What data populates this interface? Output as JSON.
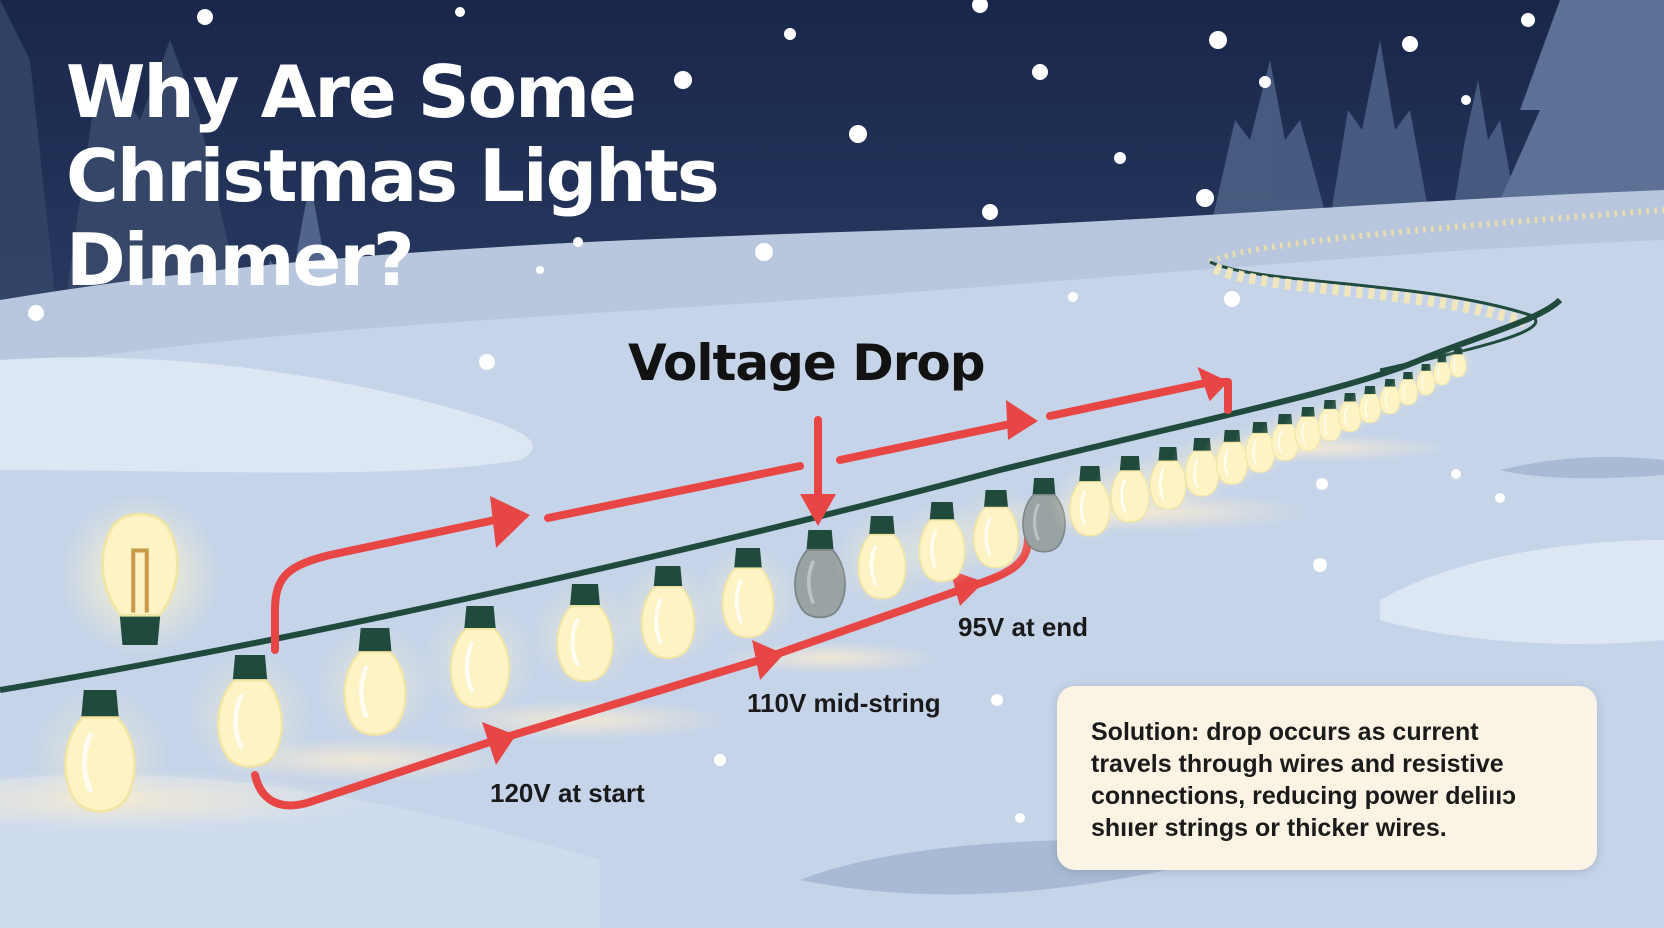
{
  "title_lines": [
    "Why Are Some",
    "Christmas Lights",
    "Dimmer?"
  ],
  "heading": "Voltage Drop",
  "voltage_labels": {
    "start": "120V at start",
    "mid": "110V mid-string",
    "end": "95V at end"
  },
  "solution_text": "Solution: drop occurs as current travels through wires and resistive connections, reducing power deli’’e shl’ter strings or thicker wires.",
  "solution_lines": [
    "Solution: drop occurs as current",
    "travels through wires and resistive",
    "connections, reducing power deliııɔ",
    "shııer strings or thicker wires."
  ],
  "colors": {
    "sky": "#1c2a4a",
    "snow": "#c8d6ea",
    "arrow": "#e84545",
    "wire": "#1f4a3c",
    "bulb_lit": "#fdf3c4",
    "bulb_dim": "#9aa3a3",
    "panel": "#fbf3e4"
  }
}
